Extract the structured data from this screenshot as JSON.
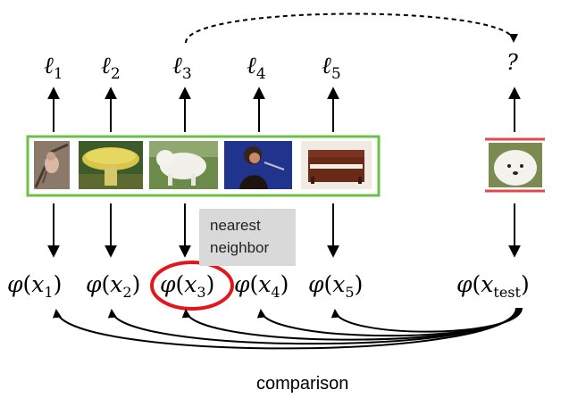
{
  "labels": [
    "ℓ1",
    "ℓ2",
    "ℓ3",
    "ℓ4",
    "ℓ5"
  ],
  "test_label": "?",
  "embeddings": [
    "x1",
    "x2",
    "x3",
    "x4",
    "x5"
  ],
  "test_embedding_sub": "test",
  "phi": "φ",
  "nearest_neighbor": {
    "line1": "nearest",
    "line2": "neighbor"
  },
  "comparison_label": "comparison",
  "support_images": [
    "bird-photo",
    "mushroom-photo",
    "white-dog-photo",
    "singer-photo",
    "piano-photo"
  ],
  "query_image": "white-dog-closeup-photo",
  "colors": {
    "support_frame": "#6cc04a",
    "query_frame": "#e0484a",
    "highlight_circle": "#e3161b",
    "nn_box": "#d9d9d9"
  }
}
